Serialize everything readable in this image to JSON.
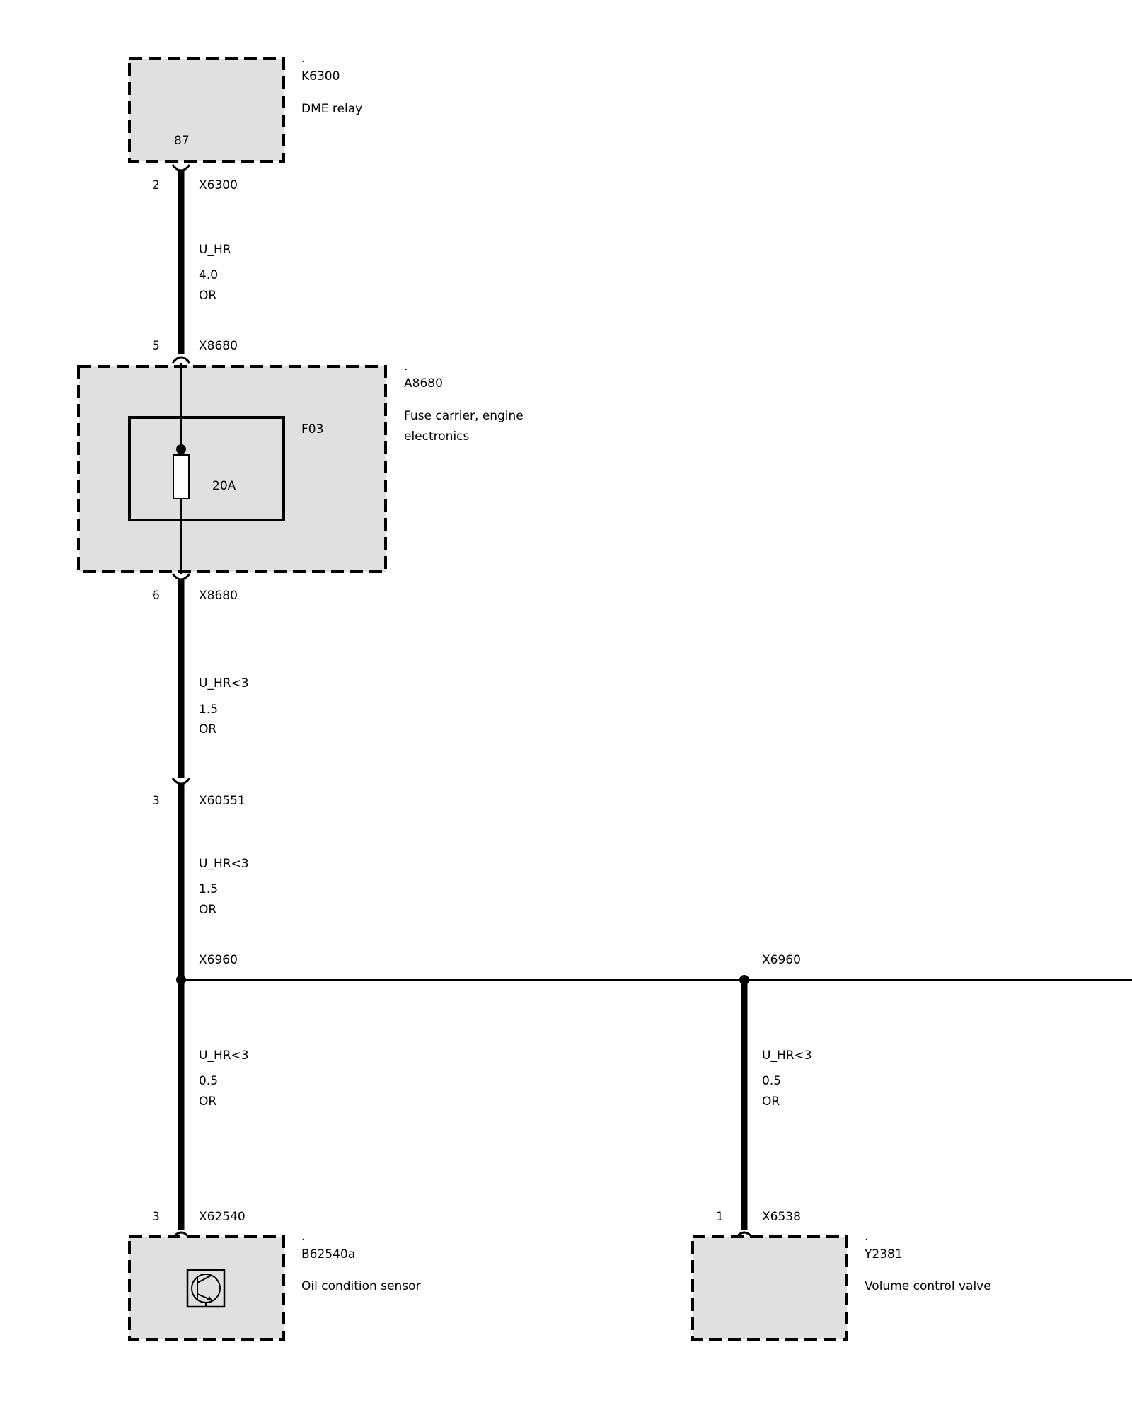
{
  "components": {
    "k6300": {
      "dot": ".",
      "id": "K6300",
      "name": "DME relay",
      "pin": "87"
    },
    "a8680": {
      "dot": ".",
      "id": "A8680",
      "name_line1": "Fuse carrier, engine",
      "name_line2": "electronics"
    },
    "fuse": {
      "id": "F03",
      "rating": "20A"
    },
    "b62540a": {
      "dot": ".",
      "id": "B62540a",
      "name": "Oil condition sensor"
    },
    "y2381": {
      "dot": ".",
      "id": "Y2381",
      "name": "Volume control valve"
    }
  },
  "connectors": {
    "x6300": {
      "pin": "2",
      "id": "X6300"
    },
    "x8680_in": {
      "pin": "5",
      "id": "X8680"
    },
    "x8680_out": {
      "pin": "6",
      "id": "X8680"
    },
    "x60551": {
      "pin": "3",
      "id": "X60551"
    },
    "x6960_left": {
      "id": "X6960"
    },
    "x6960_right": {
      "id": "X6960"
    },
    "x62540": {
      "pin": "3",
      "id": "X62540"
    },
    "x6538": {
      "pin": "1",
      "id": "X6538"
    }
  },
  "wires": {
    "w1": {
      "signal": "U_HR",
      "size": "4.0",
      "color": "OR"
    },
    "w2": {
      "signal": "U_HR<3",
      "size": "1.5",
      "color": "OR"
    },
    "w3": {
      "signal": "U_HR<3",
      "size": "1.5",
      "color": "OR"
    },
    "w4": {
      "signal": "U_HR<3",
      "size": "0.5",
      "color": "OR"
    },
    "w5": {
      "signal": "U_HR<3",
      "size": "0.5",
      "color": "OR"
    }
  }
}
